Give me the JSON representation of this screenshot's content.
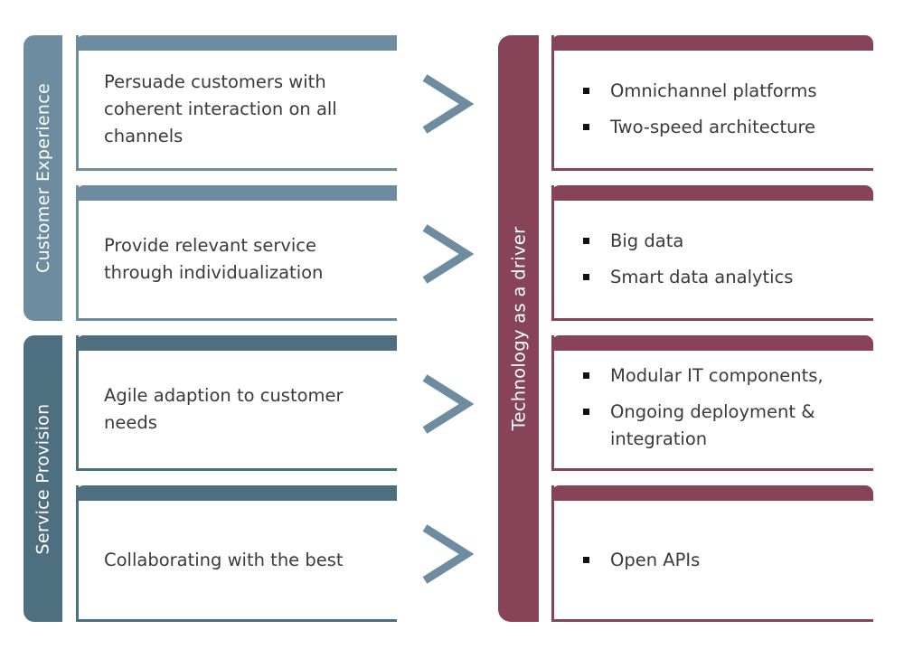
{
  "colors": {
    "customer_experience": "#6e8ca0",
    "service_provision": "#4e6f80",
    "technology": "#874357",
    "arrow": "#6e8ca0",
    "text": "#3a3a3a"
  },
  "groups": [
    {
      "label": "Customer Experience"
    },
    {
      "label": "Service Provision"
    }
  ],
  "technology": {
    "label": "Technology as a driver"
  },
  "rows": [
    {
      "need": "Persuade customers with coherent interaction on all channels",
      "drivers": [
        "Omnichannel platforms",
        "Two-speed architecture"
      ]
    },
    {
      "need": "Provide relevant service through individualization",
      "drivers": [
        "Big data",
        "Smart data analytics"
      ]
    },
    {
      "need": "Agile adaption to customer needs",
      "drivers": [
        "Modular IT components,",
        "Ongoing deployment & integration"
      ]
    },
    {
      "need": "Collaborating with the best",
      "drivers": [
        "Open APIs"
      ]
    }
  ]
}
